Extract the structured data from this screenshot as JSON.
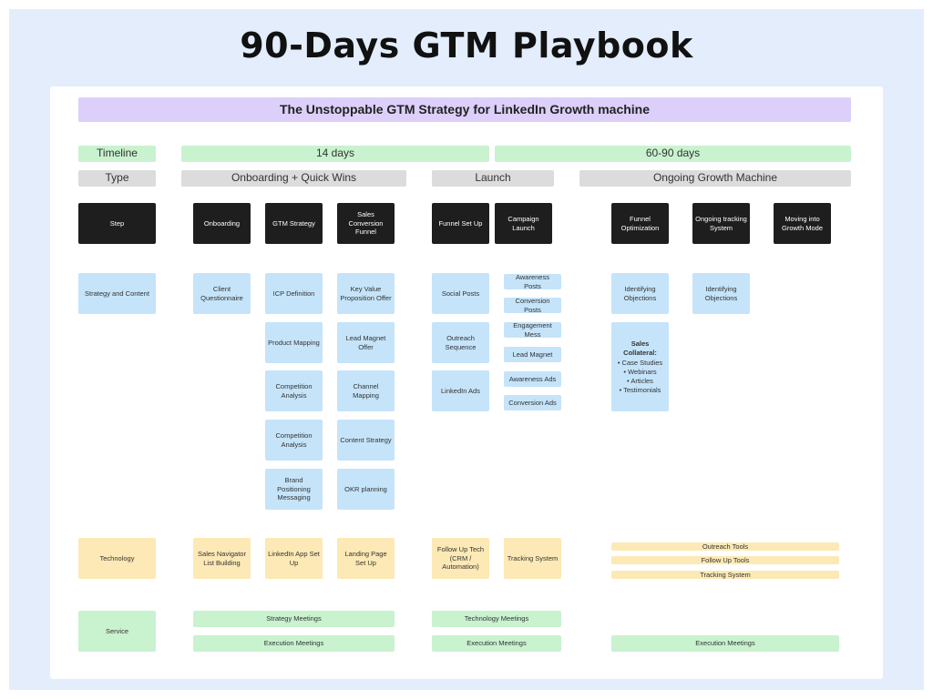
{
  "title": "90-Days GTM Playbook",
  "banner": "The Unstoppable GTM Strategy for LinkedIn Growth machine",
  "timeline": {
    "label": "Timeline",
    "phase1": "14 days",
    "phase2": "60-90 days"
  },
  "type": {
    "label": "Type",
    "onboarding": "Onboarding + Quick Wins",
    "launch": "Launch",
    "ongoing": "Ongoing Growth Machine"
  },
  "steps": {
    "label": "Step",
    "onboarding": "Onboarding",
    "gtm_strategy": "GTM Strategy",
    "sales_funnel": "Sales Conversion Funnel",
    "funnel_setup": "Funnel Set Up",
    "campaign_launch": "Campaign Launch",
    "funnel_optimization": "Funnel Optimization",
    "tracking_system": "Ongoing tracking System",
    "growth_mode": "Moving into Growth Mode"
  },
  "strategy": {
    "label": "Strategy and Content",
    "client_questionnaire": "Client Questionnaire",
    "icp_definition": "ICP Definition",
    "product_mapping": "Product Mapping",
    "competition_analysis_1": "Competition Analysis",
    "competition_analysis_2": "Competition Analysis",
    "brand_positioning": "Brand Positioning Messaging",
    "key_value": "Key Value Proposition Offer",
    "lead_magnet_offer": "Lead Magnet Offer",
    "channel_mapping": "Channel Mapping",
    "content_strategy": "Content Strategy",
    "okr_planning": "OKR planning",
    "social_posts": "Social Posts",
    "outreach_sequence": "Outreach Sequence",
    "linkedin_ads": "LinkedIn Ads",
    "awareness_posts": "Awareness Posts",
    "conversion_posts": "Conversion Posts",
    "engagement_mess": "Engagement Mess",
    "lead_magnet": "Lead Magnet",
    "awareness_ads": "Awareness Ads",
    "conversion_ads": "Conversion Ads",
    "identifying_objections_1": "Identifying Objections",
    "identifying_objections_2": "Identifying Objections",
    "sales_collateral_title": "Sales Collateral:",
    "sales_collateral_items": [
      "Case Studies",
      "Webinars",
      "Articles",
      "Testimonials"
    ]
  },
  "technology": {
    "label": "Technology",
    "sales_navigator": "Sales Navigator List Building",
    "linkedin_app": "LinkedIn App Set Up",
    "landing_page": "Landing Page Set Up",
    "follow_up_tech": "Follow Up Tech (CRM / Automation)",
    "tracking_system": "Tracking System",
    "outreach_tools": "Outreach Tools",
    "follow_up_tools": "Follow Up Tools",
    "tracking_system_2": "Tracking System"
  },
  "service": {
    "label": "Service",
    "strategy_meetings": "Strategy Meetings",
    "execution_meetings_1": "Execution Meetings",
    "technology_meetings": "Technology Meetings",
    "execution_meetings_2": "Execution Meetings",
    "execution_meetings_3": "Execution Meetings"
  },
  "colors": {
    "frame": "#e3edfc",
    "banner": "#dccff9",
    "timeline": "#c9f2cf",
    "type": "#dcdcdc",
    "step": "#1e1e1e",
    "strategy": "#c5e4fa",
    "technology": "#fde9b5",
    "service": "#c9f2cf"
  }
}
